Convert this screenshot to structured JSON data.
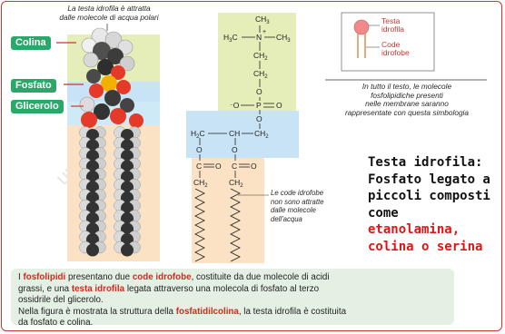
{
  "labels": {
    "colina": "Colina",
    "fosfato": "Fosfato",
    "glicerolo": "Glicerolo"
  },
  "notes": {
    "head_attracted_l1": "La testa idrofila è attratta",
    "head_attracted_l2": "dalle molecole di acqua polari",
    "tails_not_l1": "Le code idrofobe",
    "tails_not_l2": "non sono attratte",
    "tails_not_l3": "dalle molecole",
    "tails_not_l4": "dell'acqua",
    "symbol_l1": "In tutto il testo, le molecole",
    "symbol_l2": "fosfolipidiche presenti",
    "symbol_l3": "nelle membrane saranno",
    "symbol_l4": "rappresentate con questa simbologia"
  },
  "legend": {
    "head": "Testa",
    "head2": "idrofila",
    "tail": "Code",
    "tail2": "idrofobe"
  },
  "formula": {
    "ch3_top": "CH",
    "sub3": "3",
    "h3c": "H",
    "c3": "C",
    "n": "N",
    "plus": "+",
    "ch3_right": "CH",
    "ch2": "CH",
    "sub2": "2",
    "o_minus": "O",
    "minus": "⁻",
    "p": "P",
    "o": "O",
    "h2c": "H",
    "ch": "CH",
    "c": "C"
  },
  "big_text": {
    "l1": "Testa idrofila:",
    "l2": "Fosfato legato a",
    "l3": "piccoli composti",
    "l4": "come",
    "l5": "etanolamina,",
    "l6": "colina o serina"
  },
  "caption": {
    "w1": "I ",
    "fosfolipidi": "fosfolipidi",
    "w2": " presentano due ",
    "code_idrofobe": "code idrofobe",
    "w3": ", costituite da due molecole di acidi",
    "l2": "grassi, e una ",
    "testa_idrofila": "testa idrofila",
    "w4": " legata attraverso una molecola di fosfato al terzo",
    "l3": "ossidrile del glicerolo.",
    "l4": "Nella figura è mostrata la struttura della ",
    "fosfatidilcolina": "fosfatidilcolina",
    "w5": ", la testa idrofila è costituita",
    "l5": "da fosfato e colina."
  },
  "watermark": "unidocs.it"
}
